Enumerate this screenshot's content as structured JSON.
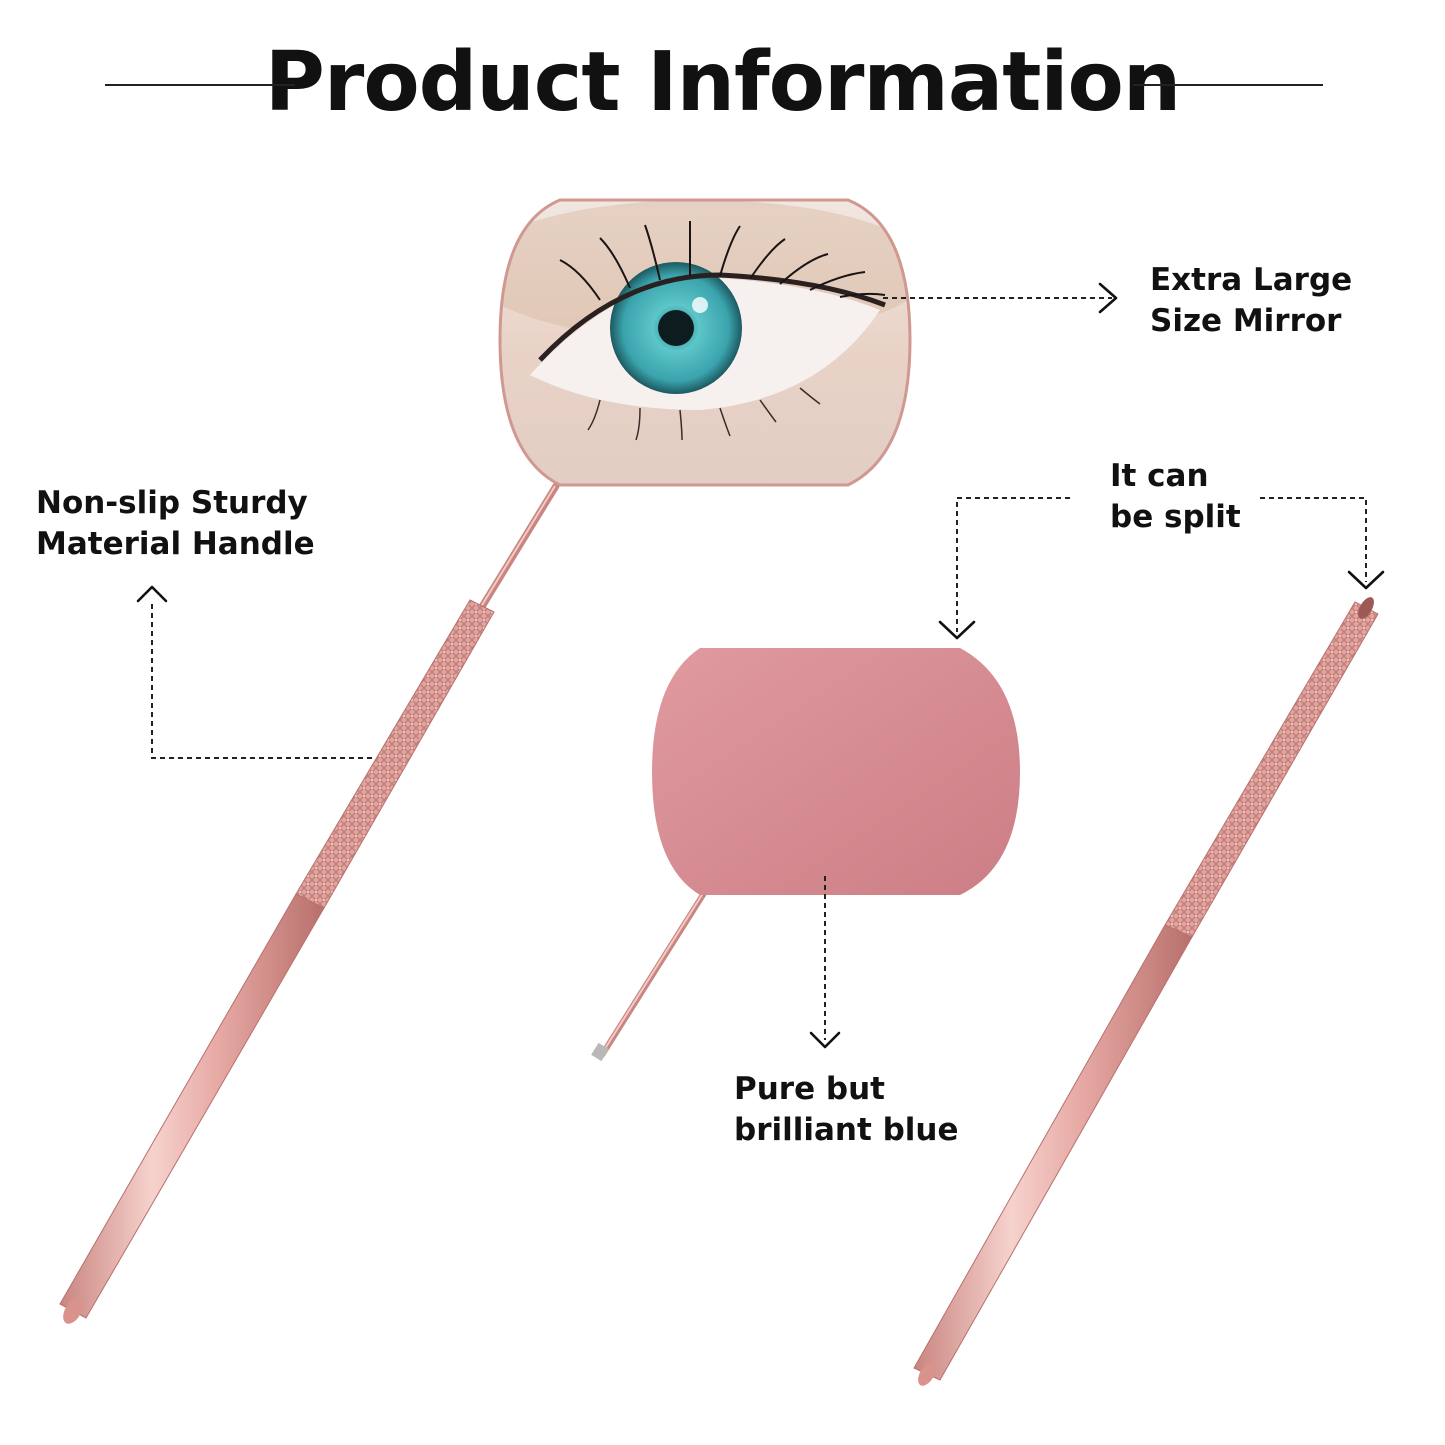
{
  "header": {
    "title": "Product Information"
  },
  "callouts": {
    "mirror": {
      "line1": "Extra Large",
      "line2": "Size Mirror"
    },
    "handle": {
      "line1": "Non-slip Sturdy",
      "line2": "Material Handle"
    },
    "split": {
      "line1": "It can",
      "line2": "be split"
    },
    "color": {
      "line1": "Pure but",
      "line2": "brilliant blue"
    }
  },
  "colors": {
    "rose_gold": "#e7a9a4",
    "rose_gold_dark": "#c98580",
    "mirror_back": "#d4858b",
    "eye_iris": "#4fb7bd",
    "text": "#111111"
  },
  "icons": [
    "arrow-right-icon",
    "arrow-up-icon",
    "arrow-down-icon"
  ]
}
